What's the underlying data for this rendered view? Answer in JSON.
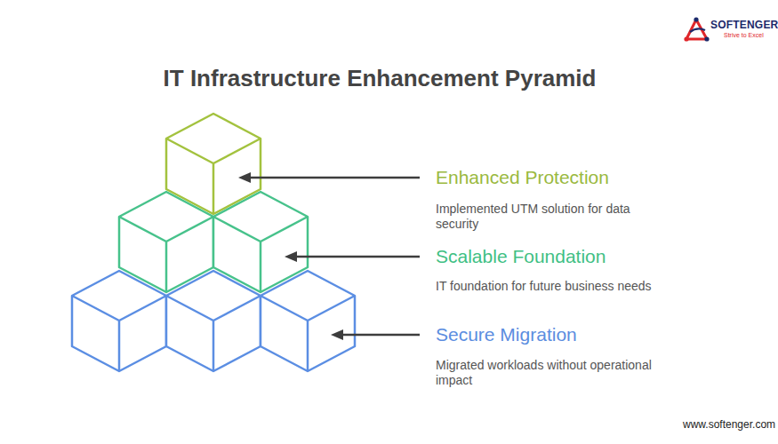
{
  "diagram": {
    "title": "IT Infrastructure Enhancement Pyramid",
    "labels": [
      "SOFTENGER",
      "Strive to Excel",
      "Enhanced Protection",
      "Implemented UTM solution for data security",
      "Scalable Foundation",
      "IT foundation for future business needs",
      "Secure Migration",
      "Migrated workloads without operational impact",
      "www.softenger.com"
    ]
  }
}
